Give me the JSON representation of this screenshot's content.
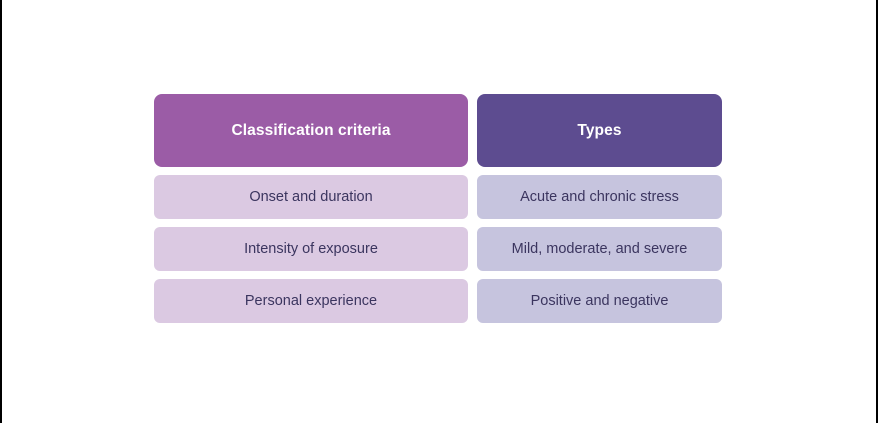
{
  "colors": {
    "page_bg": "#FFFFFF",
    "edge_line": "#000000",
    "criteria_header_bg": "#9B5CA6",
    "types_header_bg": "#5D4C90",
    "criteria_row_bg": "#DBC9E2",
    "types_row_bg": "#C6C4DE",
    "header_text": "#FFFFFF",
    "row_text": "#3B355F"
  },
  "table": {
    "headers": {
      "criteria": "Classification criteria",
      "types": "Types"
    },
    "rows": [
      {
        "criteria": "Onset and duration",
        "types": "Acute and chronic stress"
      },
      {
        "criteria": "Intensity of exposure",
        "types": "Mild, moderate, and severe"
      },
      {
        "criteria": "Personal experience",
        "types": "Positive and negative"
      }
    ]
  }
}
